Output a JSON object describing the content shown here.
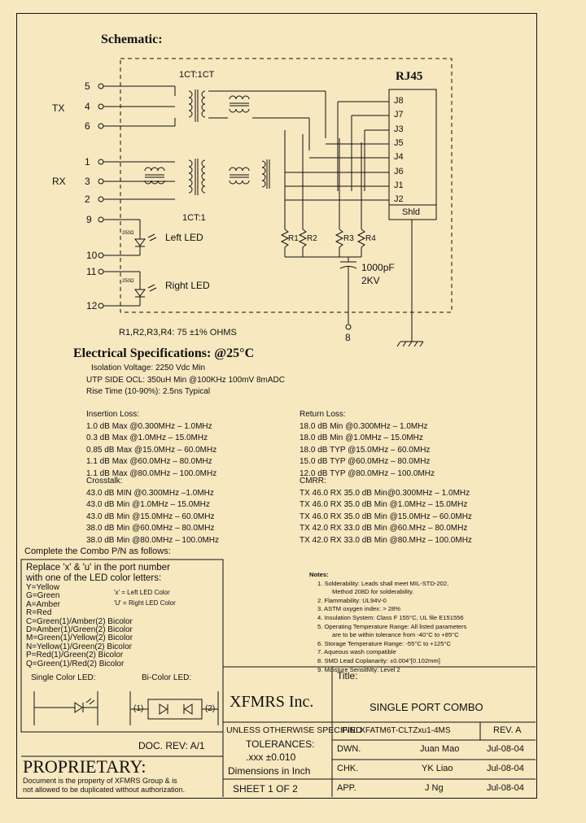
{
  "schematic": {
    "title": "Schematic:",
    "connector_label": "RJ45",
    "transformer_top_label": "1CT:1CT",
    "transformer_bottom_label": "1CT:1",
    "tx_label": "TX",
    "rx_label": "RX",
    "left_pins": [
      "5",
      "4",
      "6",
      "1",
      "3",
      "2",
      "9",
      "10",
      "11",
      "12"
    ],
    "rj45_pins": [
      "J8",
      "J7",
      "J3",
      "J5",
      "J4",
      "J6",
      "J1",
      "J2",
      "Shld"
    ],
    "resistors": [
      "R1",
      "R2",
      "R3",
      "R4"
    ],
    "resistor_values": [
      "250Ω",
      "250Ω"
    ],
    "led_left": "Left LED",
    "led_right": "Right LED",
    "cap_value": "1000pF",
    "cap_voltage": "2KV",
    "pin8": "8",
    "resistor_note": "R1,R2,R3,R4:  75  ±1% OHMS"
  },
  "electrical": {
    "title": "Electrical   Specifications:  @25°C",
    "general": [
      "Isolation Voltage:  2250 Vdc Min",
      "UTP SIDE OCL: 350uH Min @100KHz 100mV 8mADC",
      "Rise Time (10-90%): 2.5ns Typical"
    ],
    "insertion_loss": {
      "title": "Insertion Loss:",
      "rows": [
        "1.0  dB  Max  @0.300MHz  –  1.0MHz",
        "0.3  dB  Max  @1.0MHz  –  15.0MHz",
        "0.85  dB  Max  @15.0MHz  –  60.0MHz",
        "1.1  dB  Max  @60.0MHz  –  80.0MHz",
        "1.1  dB  Max  @80.0MHz  –  100.0MHz"
      ]
    },
    "crosstalk": {
      "title": "Crosstalk:",
      "rows": [
        "43.0  dB  MIN  @0.300MHz  –1.0MHz",
        "43.0  dB  Min  @1.0MHz  –  15.0MHz",
        "43.0  dB  Min  @15.0MHz  –  60.0MHz",
        "38.0  dB  Min  @60.0MHz  –  80.0MHz",
        "38.0  dB  Min  @80.0MHz  –  100.0MHz"
      ]
    },
    "return_loss": {
      "title": "Return Loss:",
      "rows": [
        "18.0  dB  Min  @0.300MHz  –  1.0MHz",
        "18.0  dB  Min  @1.0MHz  –  15.0MHz",
        "18.0  dB  TYP  @15.0MHz  –  60.0MHz",
        "15.0  dB  TYP  @60.0MHz  –  80.0MHz",
        "12.0  dB  TYP  @80.0MHz  –  100.0MHz"
      ]
    },
    "cmrr": {
      "title": "CMRR:",
      "rows": [
        "TX  46.0    RX  35.0  dB  Min@0.300MHz  –  1.0MHz",
        "TX  46.0    RX  35.0  dB  Min  @1.0MHz  –  15.0MHz",
        "TX  46.0    RX  35.0  dB  Min  @15.0MHz  –  60.0MHz",
        "TX  42.0    RX  33.0  dB  Min  @60.MHz  –  80.0MHz",
        "TX  42.0    RX  33.0  dB  Min  @80.MHz  –  100.0MHz"
      ]
    }
  },
  "combo": {
    "heading": "Complete the Combo P/N as follows:",
    "intro": [
      "Replace 'x' & 'u' in the port number",
      "with one of the LED color letters:"
    ],
    "left_led_note": "'x' = Left LED Color",
    "right_led_note": "'U' = Right LED Color",
    "colors": [
      "Y=Yellow",
      "G=Green",
      "A=Amber",
      "R=Red",
      "C=Green(1)/Amber(2) Bicolor",
      "D=Amber(1)/Green(2) Bicolor",
      "M=Green(1)/Yellow(2) Bicolor",
      "N=Yellow(1)/Green(2) Bicolor",
      "P=Red(1)/Green(2)  Bicolor",
      "Q=Green(1)/Red(2) Bicolor"
    ],
    "single_led": "Single Color LED:",
    "bi_led": "Bi-Color LED:",
    "bi_pin1": "(1)",
    "bi_pin2": "(2)"
  },
  "notes": {
    "title": "Notes:",
    "items": [
      "1. Solderability: Leads shall meet MIL-STD-202,",
      "   Method 208D for solderability.",
      "2. Flammability: UL94V-0",
      "3. ASTM oxygen index: > 28%",
      "4. Insulation System: Class F 155°C, UL file E151556",
      "5. Operating Temperature Range: All listed parameters",
      "   are to be within tolerance from -40°C to +85°C",
      "6. Storage Temperature Range: -55°C to +125°C",
      "7. Aqueous wash compatible",
      "8. SMD Lead Coplanarity: ±0.004\"[0.102mm]",
      "9. Moisture SensitMty: Level 2"
    ]
  },
  "title_block": {
    "doc_rev": "DOC. REV: A/1",
    "proprietary": "PROPRIETARY:",
    "proprietary_text": [
      "Document is the property of XFMRS Group & is",
      "not allowed to be duplicated without authorization."
    ],
    "company": "XFMRS Inc.",
    "title_label": "Title:",
    "title": "SINGLE PORT COMBO",
    "unless": "UNLESS OTHERWISE SPECIFIED",
    "tolerances": "TOLERANCES:",
    "tolerance_value": ".xxx ±0.010",
    "dimensions": "Dimensions in Inch",
    "sheet": "SHEET  1  OF  2",
    "pn": "P/N:  XFATM6T-CLTZxu1-4MS",
    "rev": "REV.  A",
    "rows": [
      {
        "label": "DWN.",
        "name": "Juan Mao",
        "date": "Jul-08-04"
      },
      {
        "label": "CHK.",
        "name": "YK Liao",
        "date": "Jul-08-04"
      },
      {
        "label": "APP.",
        "name": "J Ng",
        "date": "Jul-08-04"
      }
    ]
  }
}
